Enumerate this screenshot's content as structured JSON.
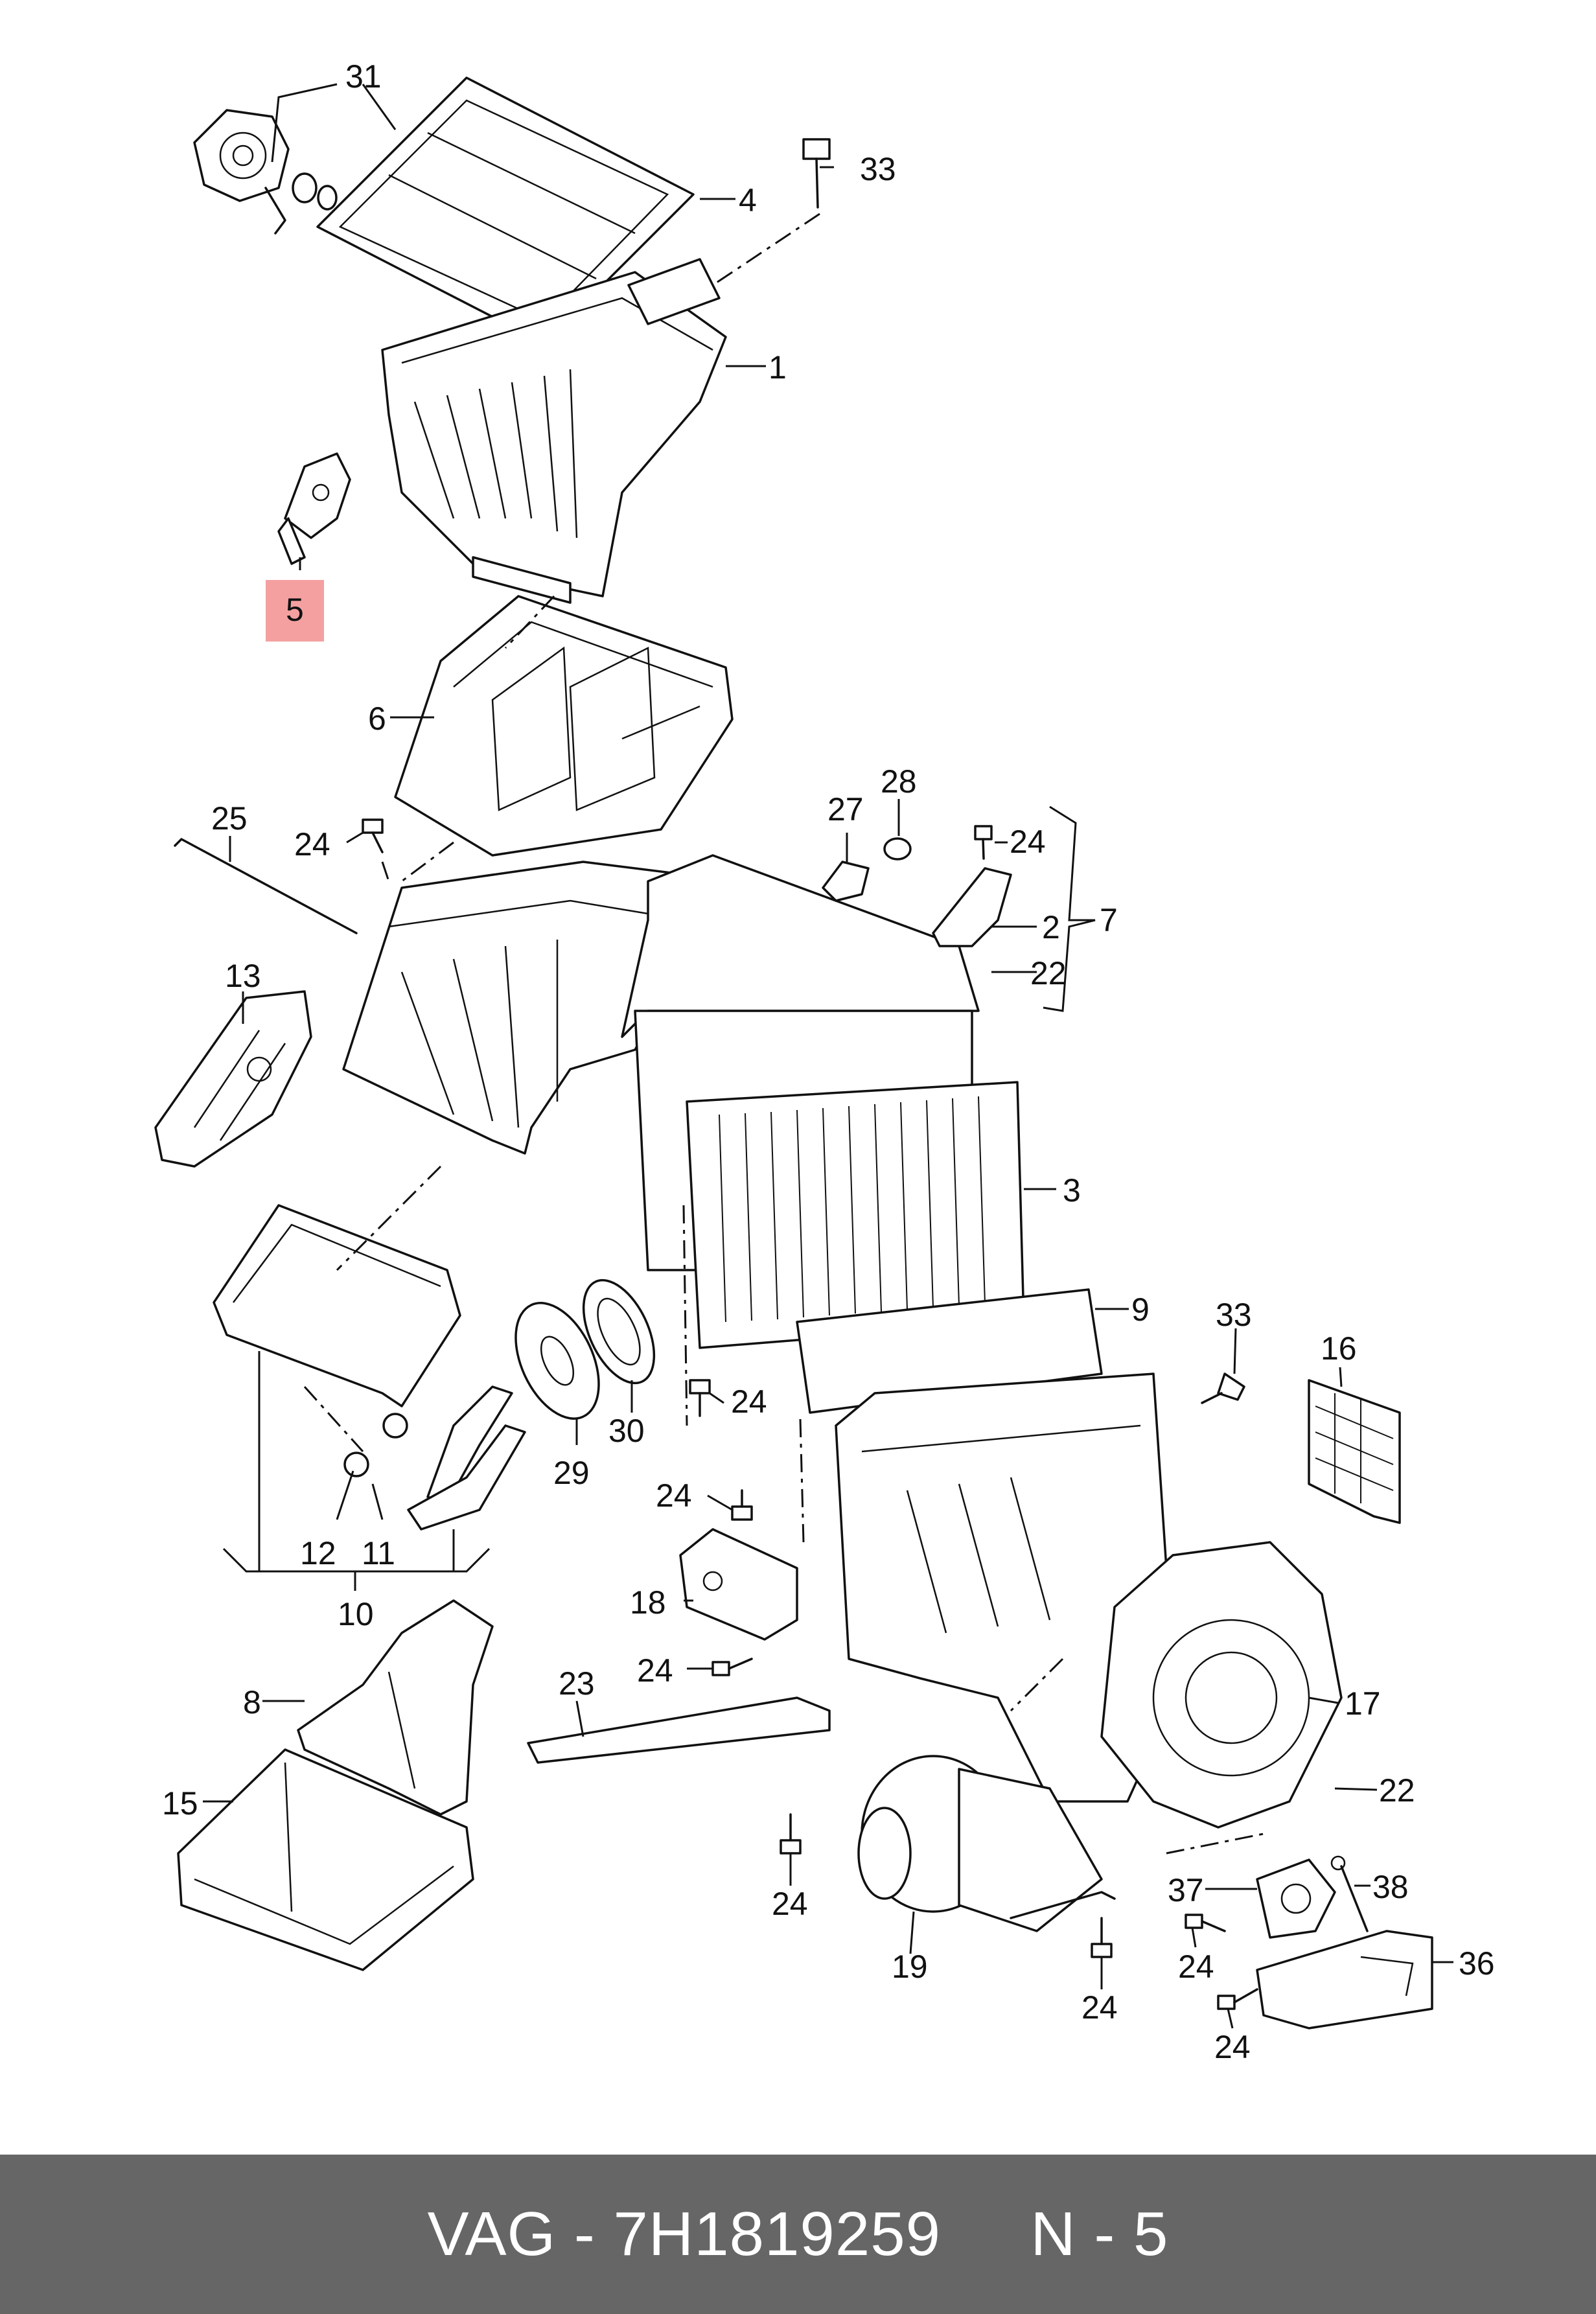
{
  "diagram": {
    "highlight_color": "#f4a0a0",
    "footer_color": "#666666",
    "callouts": [
      {
        "id": "31",
        "label": "31"
      },
      {
        "id": "33a",
        "label": "33"
      },
      {
        "id": "4",
        "label": "4"
      },
      {
        "id": "1",
        "label": "1"
      },
      {
        "id": "5",
        "label": "5",
        "highlighted": true
      },
      {
        "id": "6",
        "label": "6"
      },
      {
        "id": "25",
        "label": "25"
      },
      {
        "id": "24a",
        "label": "24"
      },
      {
        "id": "27",
        "label": "27"
      },
      {
        "id": "28",
        "label": "28"
      },
      {
        "id": "24b",
        "label": "24"
      },
      {
        "id": "2",
        "label": "2"
      },
      {
        "id": "7",
        "label": "7"
      },
      {
        "id": "22a",
        "label": "22"
      },
      {
        "id": "13",
        "label": "13"
      },
      {
        "id": "3",
        "label": "3"
      },
      {
        "id": "9",
        "label": "9"
      },
      {
        "id": "33b",
        "label": "33"
      },
      {
        "id": "16",
        "label": "16"
      },
      {
        "id": "24c",
        "label": "24"
      },
      {
        "id": "24d",
        "label": "24"
      },
      {
        "id": "29",
        "label": "29"
      },
      {
        "id": "30",
        "label": "30"
      },
      {
        "id": "12",
        "label": "12"
      },
      {
        "id": "11",
        "label": "11"
      },
      {
        "id": "10",
        "label": "10"
      },
      {
        "id": "18",
        "label": "18"
      },
      {
        "id": "24e",
        "label": "24"
      },
      {
        "id": "23",
        "label": "23"
      },
      {
        "id": "8",
        "label": "8"
      },
      {
        "id": "17",
        "label": "17"
      },
      {
        "id": "22b",
        "label": "22"
      },
      {
        "id": "15",
        "label": "15"
      },
      {
        "id": "24f",
        "label": "24"
      },
      {
        "id": "37",
        "label": "37"
      },
      {
        "id": "38",
        "label": "38"
      },
      {
        "id": "24g",
        "label": "24"
      },
      {
        "id": "36",
        "label": "36"
      },
      {
        "id": "19",
        "label": "19"
      },
      {
        "id": "24h",
        "label": "24"
      },
      {
        "id": "24i",
        "label": "24"
      }
    ]
  },
  "footer": {
    "text": "VAG - 7H1819259     N - 5"
  }
}
